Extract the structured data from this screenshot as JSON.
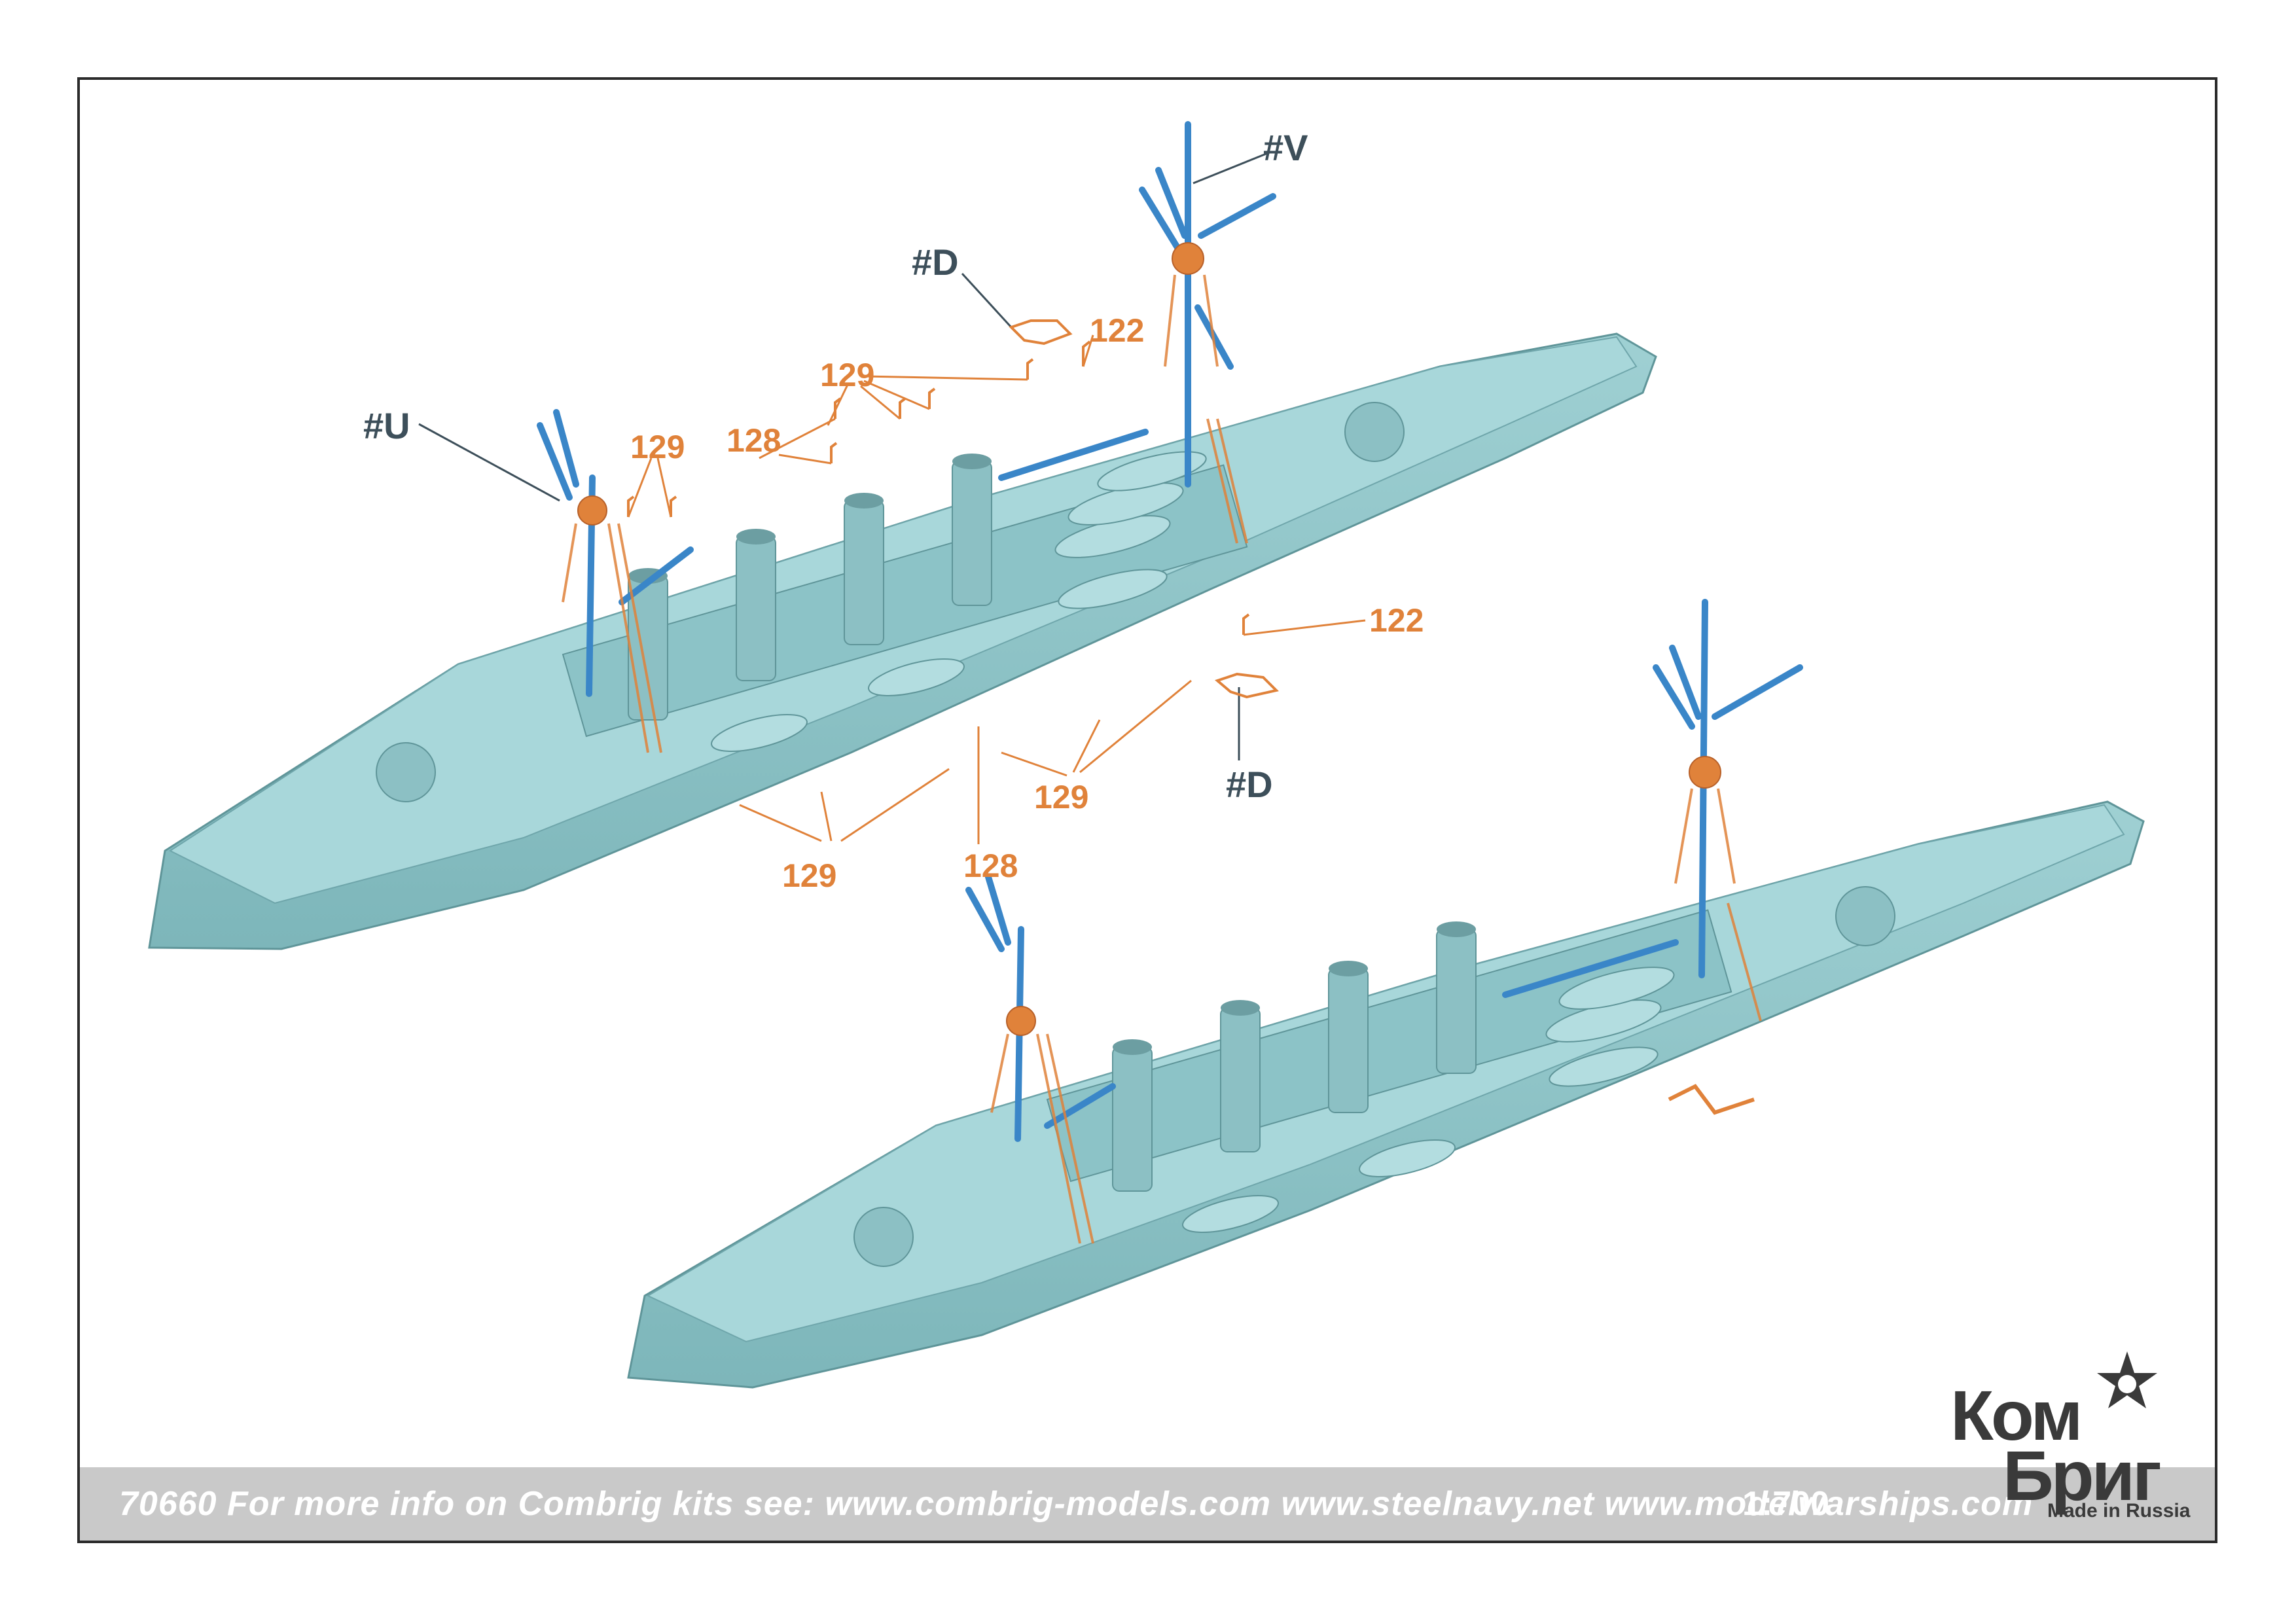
{
  "callouts": {
    "top_ship": {
      "mast_u": "#U",
      "mast_v": "#V",
      "ladder_d_upper": "#D",
      "ladder_d_lower": "#D",
      "part_129_a": "129",
      "part_129_b": "129",
      "part_128_a": "128",
      "part_122_a": "122",
      "part_122_b": "122",
      "part_129_c": "129",
      "part_129_d": "129",
      "part_128_b": "128"
    }
  },
  "footer": {
    "info": "70660 For more info on Combrig kits see: www.combrig-models.com www.steelnavy.net www.modelwarships.com",
    "scale": "1:700"
  },
  "logo": {
    "top": "Ком",
    "bottom": "Бриг",
    "made_in": "Made in Russia"
  },
  "colors": {
    "hull": "#8fc4c8",
    "hull_dark": "#6fa6ab",
    "masts": "#3a86c8",
    "photo_etch": "#e0823a",
    "callout_text": "#3d4f5a",
    "footer_band": "#c9c9c9"
  }
}
